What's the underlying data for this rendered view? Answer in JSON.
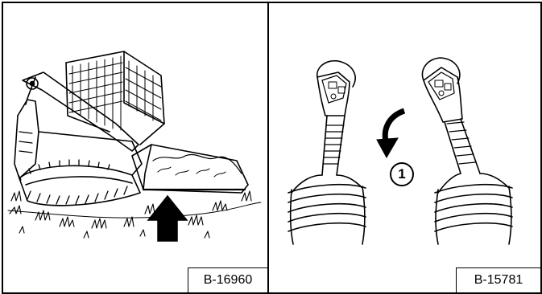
{
  "figures": [
    {
      "caption": "B-16960",
      "subject": "skid-steer-loader-raising-bucket",
      "arrow_direction": "up"
    },
    {
      "caption": "B-15781",
      "subject": "joystick-controls-tilt-rotation",
      "callout_label": "1",
      "arrow_direction": "curved-down-left"
    }
  ],
  "colors": {
    "ink": "#000000",
    "paper": "#ffffff"
  }
}
